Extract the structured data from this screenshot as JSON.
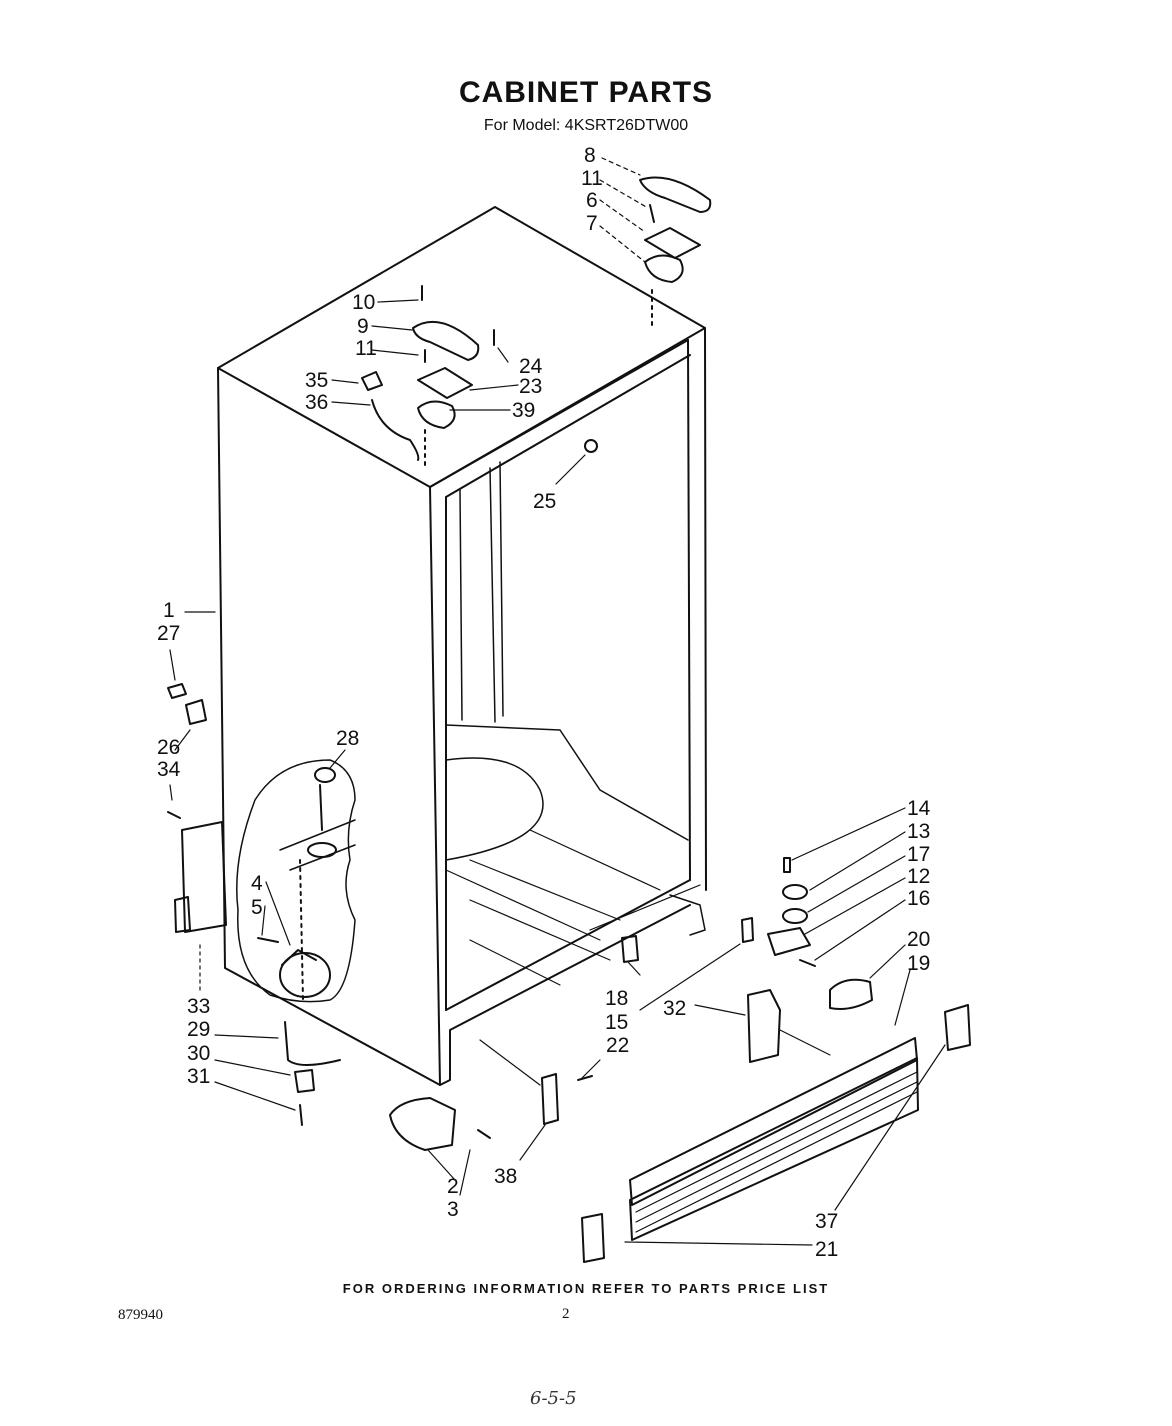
{
  "title": "CABINET PARTS",
  "subtitle": "For Model: 4KSRT26DTW00",
  "footer": "FOR ORDERING INFORMATION REFER TO PARTS PRICE LIST",
  "doc_number": "879940",
  "page_number": "2",
  "handwritten_note": "6-5-5",
  "callouts": [
    "1",
    "2",
    "3",
    "4",
    "5",
    "6",
    "7",
    "8",
    "9",
    "10",
    "11",
    "12",
    "13",
    "14",
    "15",
    "16",
    "17",
    "18",
    "19",
    "20",
    "21",
    "22",
    "23",
    "24",
    "25",
    "26",
    "27",
    "28",
    "29",
    "30",
    "31",
    "32",
    "33",
    "34",
    "35",
    "36",
    "37",
    "38",
    "39"
  ]
}
